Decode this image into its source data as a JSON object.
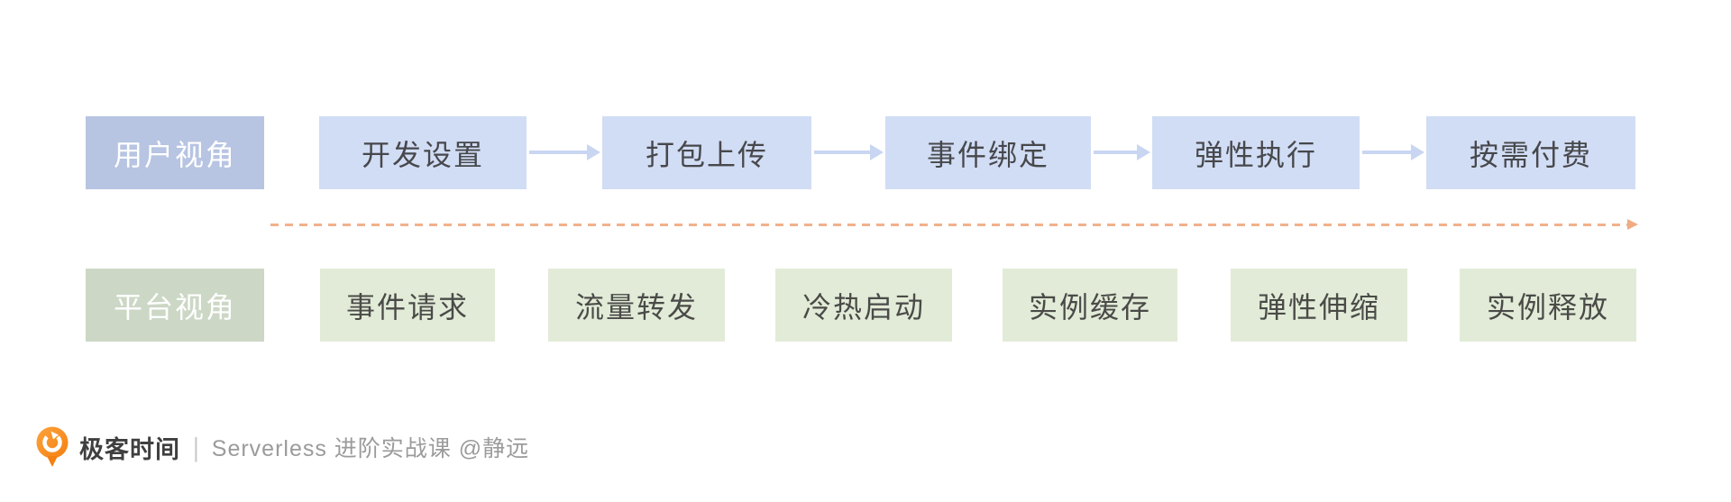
{
  "diagram": {
    "user_row": {
      "header": "用户视角",
      "steps": [
        "开发设置",
        "打包上传",
        "事件绑定",
        "弹性执行",
        "按需付费"
      ]
    },
    "platform_row": {
      "header": "平台视角",
      "steps": [
        "事件请求",
        "流量转发",
        "冷热启动",
        "实例缓存",
        "弹性伸缩",
        "实例释放"
      ]
    },
    "colors": {
      "user_header_bg": "#b7c4e2",
      "user_step_bg": "#d1ddf4",
      "platform_header_bg": "#ccd7c5",
      "platform_step_bg": "#e2ebd7",
      "flow_arrow": "#c9d6f2",
      "timeline_arrow": "#f2b18c",
      "step_text": "#47484c",
      "header_text": "#ffffff"
    }
  },
  "footer": {
    "brand": "极客时间",
    "divider": "|",
    "course": "Serverless 进阶实战课 @静远",
    "logo_color": "#f98a20"
  }
}
